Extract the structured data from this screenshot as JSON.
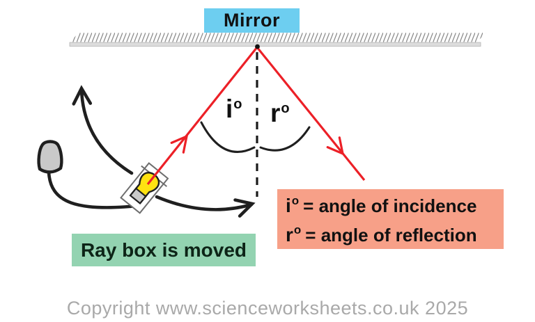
{
  "diagram": {
    "mirror_label": "Mirror",
    "caption": "Ray box is moved",
    "copyright": "Copyright www.scienceworksheets.co.uk 2025",
    "angle_labels": {
      "incidence": {
        "symbol": "i",
        "degree": "o"
      },
      "reflection": {
        "symbol": "r",
        "degree": "o"
      }
    },
    "legend": {
      "incidence": {
        "symbol": "i",
        "degree": "o",
        "definition": "= angle of incidence"
      },
      "reflection": {
        "symbol": "r",
        "degree": "o",
        "definition": "= angle of reflection"
      }
    },
    "colors": {
      "mirror_label_bg": "#6dcef0",
      "caption_bg": "#93d3b1",
      "legend_bg": "#f7a088",
      "ray_red": "#ec2027",
      "bulb_yellow": "#ffe211",
      "plug_grey": "#c9c9c9",
      "hatch_grey": "#8c8c8c",
      "mirror_strip_grey": "#dcdcdc",
      "copyright_grey": "#a9a9a9",
      "line_black": "#1f1f1f"
    }
  }
}
